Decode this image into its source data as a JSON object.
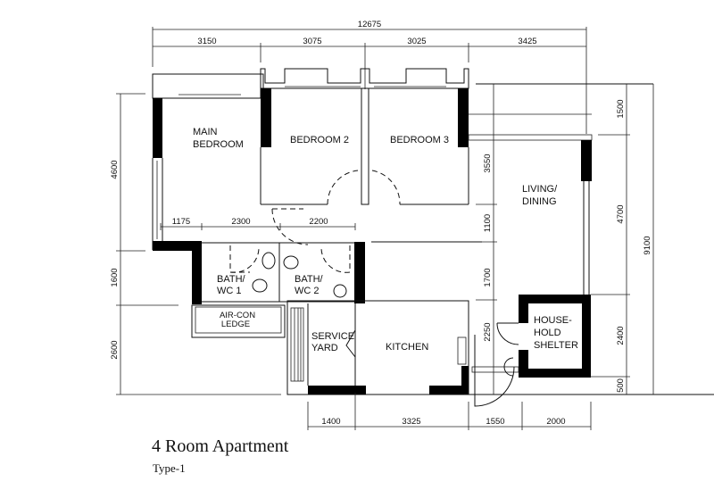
{
  "title": "4 Room Apartment",
  "subtitle": "Type-1",
  "rooms": {
    "main_bedroom": [
      "MAIN",
      "BEDROOM"
    ],
    "bedroom2": "BEDROOM 2",
    "bedroom3": "BEDROOM 3",
    "living": [
      "LIVING/",
      "DINING"
    ],
    "bath1": [
      "BATH/",
      "WC 1"
    ],
    "bath2": [
      "BATH/",
      "WC 2"
    ],
    "aircon": [
      "AIR-CON",
      "LEDGE"
    ],
    "service": [
      "SERVICE",
      "YARD"
    ],
    "kitchen": "KITCHEN",
    "shelter": [
      "HOUSE-",
      "HOLD",
      "SHELTER"
    ]
  },
  "dimensions": {
    "top_total": "12675",
    "top": [
      "3150",
      "3075",
      "3025",
      "3425"
    ],
    "hall": [
      "1175",
      "2300",
      "2200"
    ],
    "left": [
      "4600",
      "1600",
      "2600"
    ],
    "inner_right": [
      "3550",
      "1100",
      "1700",
      "2250"
    ],
    "right": [
      "1500",
      "4700",
      "2400",
      "500"
    ],
    "right_total": "9100",
    "bottom": [
      "1400",
      "3325",
      "1550",
      "2000"
    ]
  }
}
